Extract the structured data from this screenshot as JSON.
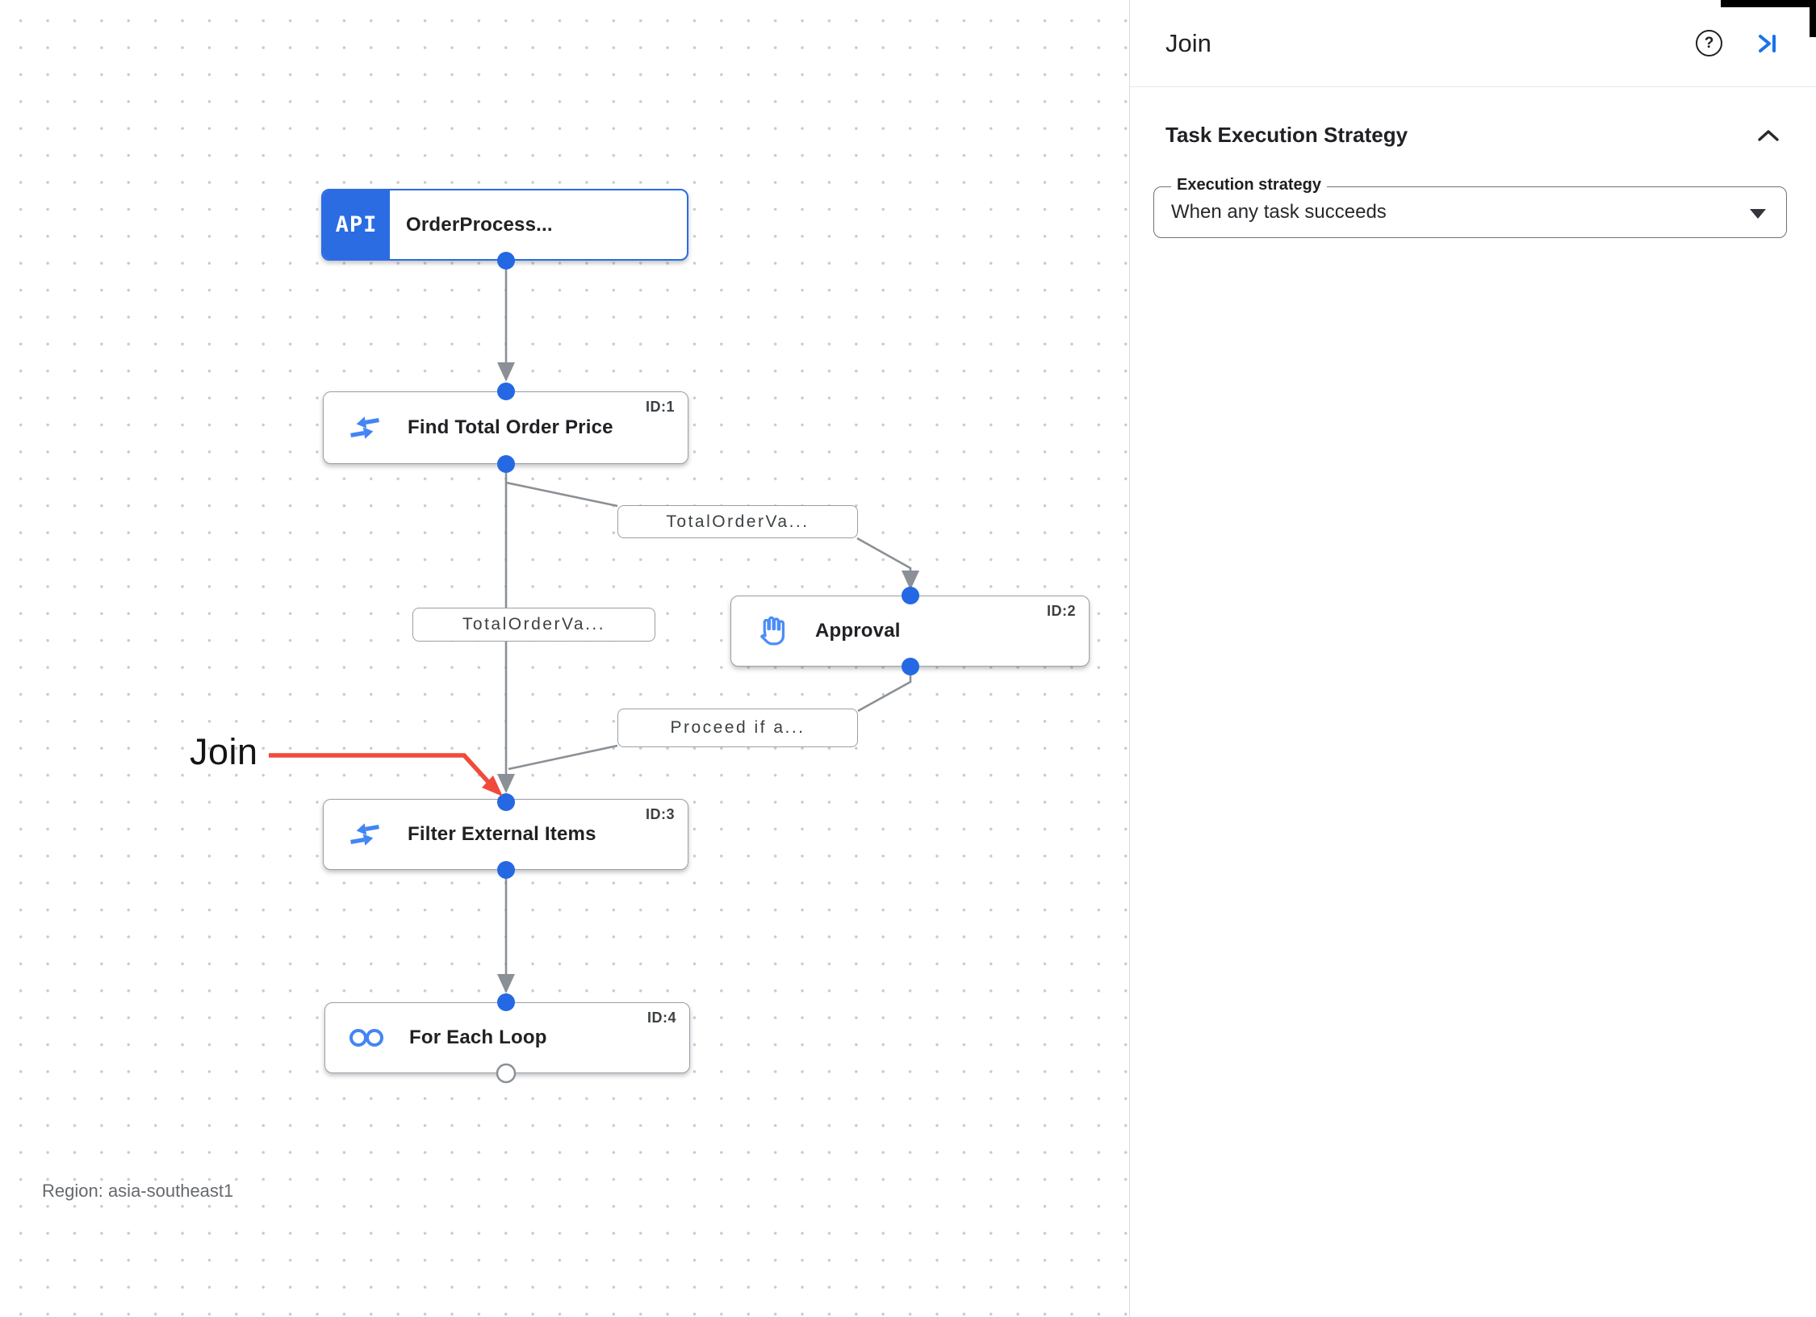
{
  "panel": {
    "title": "Join",
    "actions": {
      "help": "?",
      "collapse_icon": "collapse-panel-right"
    },
    "section": {
      "title": "Task Execution Strategy",
      "field": {
        "label": "Execution strategy",
        "value": "When any task succeeds"
      }
    }
  },
  "canvas": {
    "annotation": "Join",
    "region": "Region: asia-southeast1",
    "nodes": [
      {
        "label": "OrderProcess...",
        "badge": "API"
      },
      {
        "label": "Find Total Order Price",
        "id": "ID:1",
        "icon": "data-mapping-icon"
      },
      {
        "label": "Approval",
        "id": "ID:2",
        "icon": "hand-icon"
      },
      {
        "label": "Filter External Items",
        "id": "ID:3",
        "icon": "data-mapping-icon"
      },
      {
        "label": "For Each Loop",
        "id": "ID:4",
        "icon": "loop-icon"
      }
    ],
    "edge_labels": [
      "TotalOrderVa...",
      "TotalOrderVa...",
      "Proceed if a..."
    ],
    "colors": {
      "accent_blue": "#2b6ce3",
      "icon_blue": "#4285f4",
      "port_blue": "#2468e4",
      "edge_gray": "#8a9095",
      "annotation_red": "#f04a3b"
    }
  }
}
